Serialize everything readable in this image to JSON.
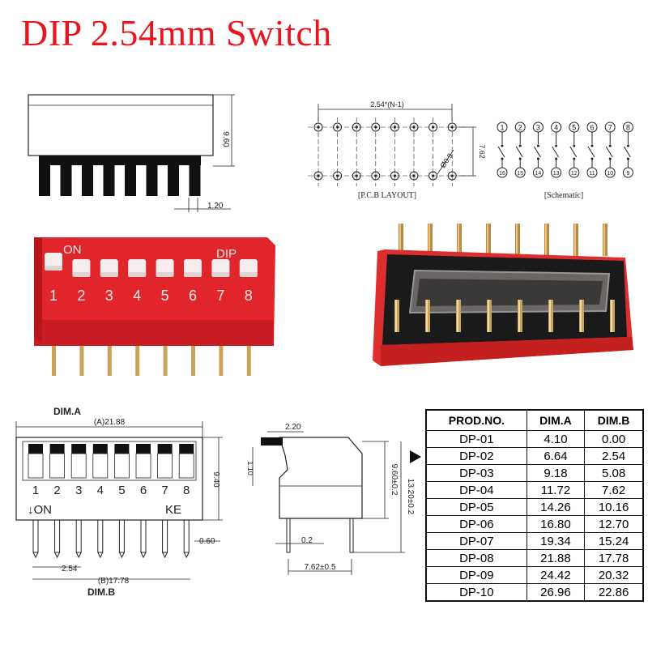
{
  "title": "DIP 2.54mm Switch",
  "side_view": {
    "height_label": "9.60",
    "pin_label": "1.20"
  },
  "pcb_layout": {
    "pitch_label": "2.54*(N-1)",
    "row_label": "7.62",
    "hole_label": "Ø0.9",
    "caption": "[P.C.B LAYOUT]"
  },
  "schematic": {
    "caption": "[Schematic]",
    "top_pins": [
      "1",
      "2",
      "3",
      "4",
      "5",
      "6",
      "7",
      "8"
    ],
    "bottom_pins": [
      "16",
      "15",
      "14",
      "13",
      "12",
      "11",
      "10",
      "9"
    ]
  },
  "photo_front": {
    "on_label": "ON",
    "dip_label": "DIP",
    "numbers": [
      "1",
      "2",
      "3",
      "4",
      "5",
      "6",
      "7",
      "8"
    ]
  },
  "dim_drawing": {
    "dim_a_title": "DIM.A",
    "dim_a_value": "(A)21.88",
    "height_label": "9.40",
    "numbers": [
      "1",
      "2",
      "3",
      "4",
      "5",
      "6",
      "7",
      "8"
    ],
    "on_label": "↓ON",
    "ke_label": "KE",
    "pin_width_label": "0.60",
    "pitch_label": "2.54",
    "dim_b_value": "(B)17.78",
    "dim_b_title": "DIM.B"
  },
  "side_drawing": {
    "top_label": "2.20",
    "small_label": "1.10",
    "height1_label": "9.60±0.2",
    "height2_label": "13.20±0.2",
    "pin_label": "0.2",
    "row_label": "7.62±0.5"
  },
  "table": {
    "headers": [
      "PROD.NO.",
      "DIM.A",
      "DIM.B"
    ],
    "rows": [
      [
        "DP-01",
        "4.10",
        "0.00"
      ],
      [
        "DP-02",
        "6.64",
        "2.54"
      ],
      [
        "DP-03",
        "9.18",
        "5.08"
      ],
      [
        "DP-04",
        "11.72",
        "7.62"
      ],
      [
        "DP-05",
        "14.26",
        "10.16"
      ],
      [
        "DP-06",
        "16.80",
        "12.70"
      ],
      [
        "DP-07",
        "19.34",
        "15.24"
      ],
      [
        "DP-08",
        "21.88",
        "17.78"
      ],
      [
        "DP-09",
        "24.42",
        "20.32"
      ],
      [
        "DP-10",
        "26.96",
        "22.86"
      ]
    ]
  },
  "colors": {
    "title": "#e8141e",
    "switch_body": "#e0262b",
    "pins": "#c9a35a"
  }
}
